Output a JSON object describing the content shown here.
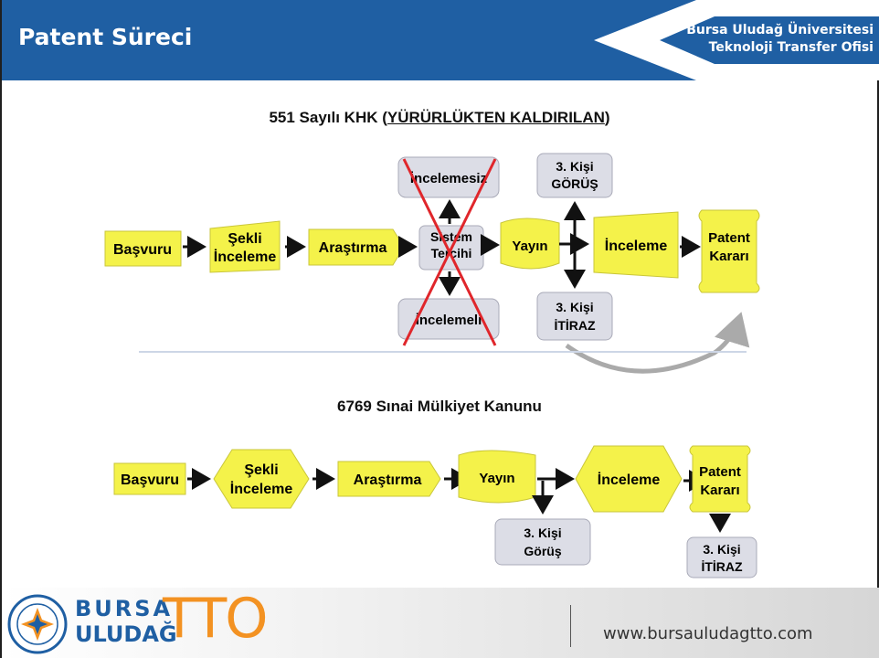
{
  "header": {
    "title": "Patent Süreci",
    "org_line1": "Bursa Uludağ Üniversitesi",
    "org_line2": "Teknoloji Transfer Ofisi"
  },
  "diagram1": {
    "title_prefix": "551 Sayılı KHK (",
    "title_underlined": "YÜRÜRLÜKTEN KALDIRILAN",
    "title_suffix": ")",
    "basvuru": "Başvuru",
    "sekli_1": "Şekli",
    "sekli_2": "İnceleme",
    "arastirma": "Araştırma",
    "sistem_1": "Sistem",
    "sistem_2": "Tercihi",
    "incelemesiz": "İncelemesiz",
    "incelemeli": "İncelemeli",
    "yayin": "Yayın",
    "kisi_gorus_1": "3. Kişi",
    "kisi_gorus_2": "GÖRÜŞ",
    "kisi_itiraz_1": "3. Kişi",
    "kisi_itiraz_2": "İTİRAZ",
    "inceleme": "İnceleme",
    "patent_1": "Patent",
    "patent_2": "Kararı"
  },
  "diagram2": {
    "title": "6769 Sınai Mülkiyet Kanunu",
    "basvuru": "Başvuru",
    "sekli_1": "Şekli",
    "sekli_2": "İnceleme",
    "arastirma": "Araştırma",
    "yayin": "Yayın",
    "kisi_gorus_1": "3. Kişi",
    "kisi_gorus_2": "Görüş",
    "inceleme": "İnceleme",
    "patent_1": "Patent",
    "patent_2": "Kararı",
    "kisi_itiraz_1": "3. Kişi",
    "kisi_itiraz_2": "İTİRAZ"
  },
  "footer": {
    "logo_word1": "BURSA",
    "logo_word2": "ULUDAĞ",
    "logo_tto": "TTO",
    "url": "www.bursauludagtto.com"
  },
  "colors": {
    "header_blue": "#1f5fa3",
    "box_yellow": "#f4f24a",
    "box_gray": "#dcdde6",
    "cross_red": "#e0262b",
    "logo_blue": "#1f5fa3",
    "logo_orange": "#f39222"
  }
}
